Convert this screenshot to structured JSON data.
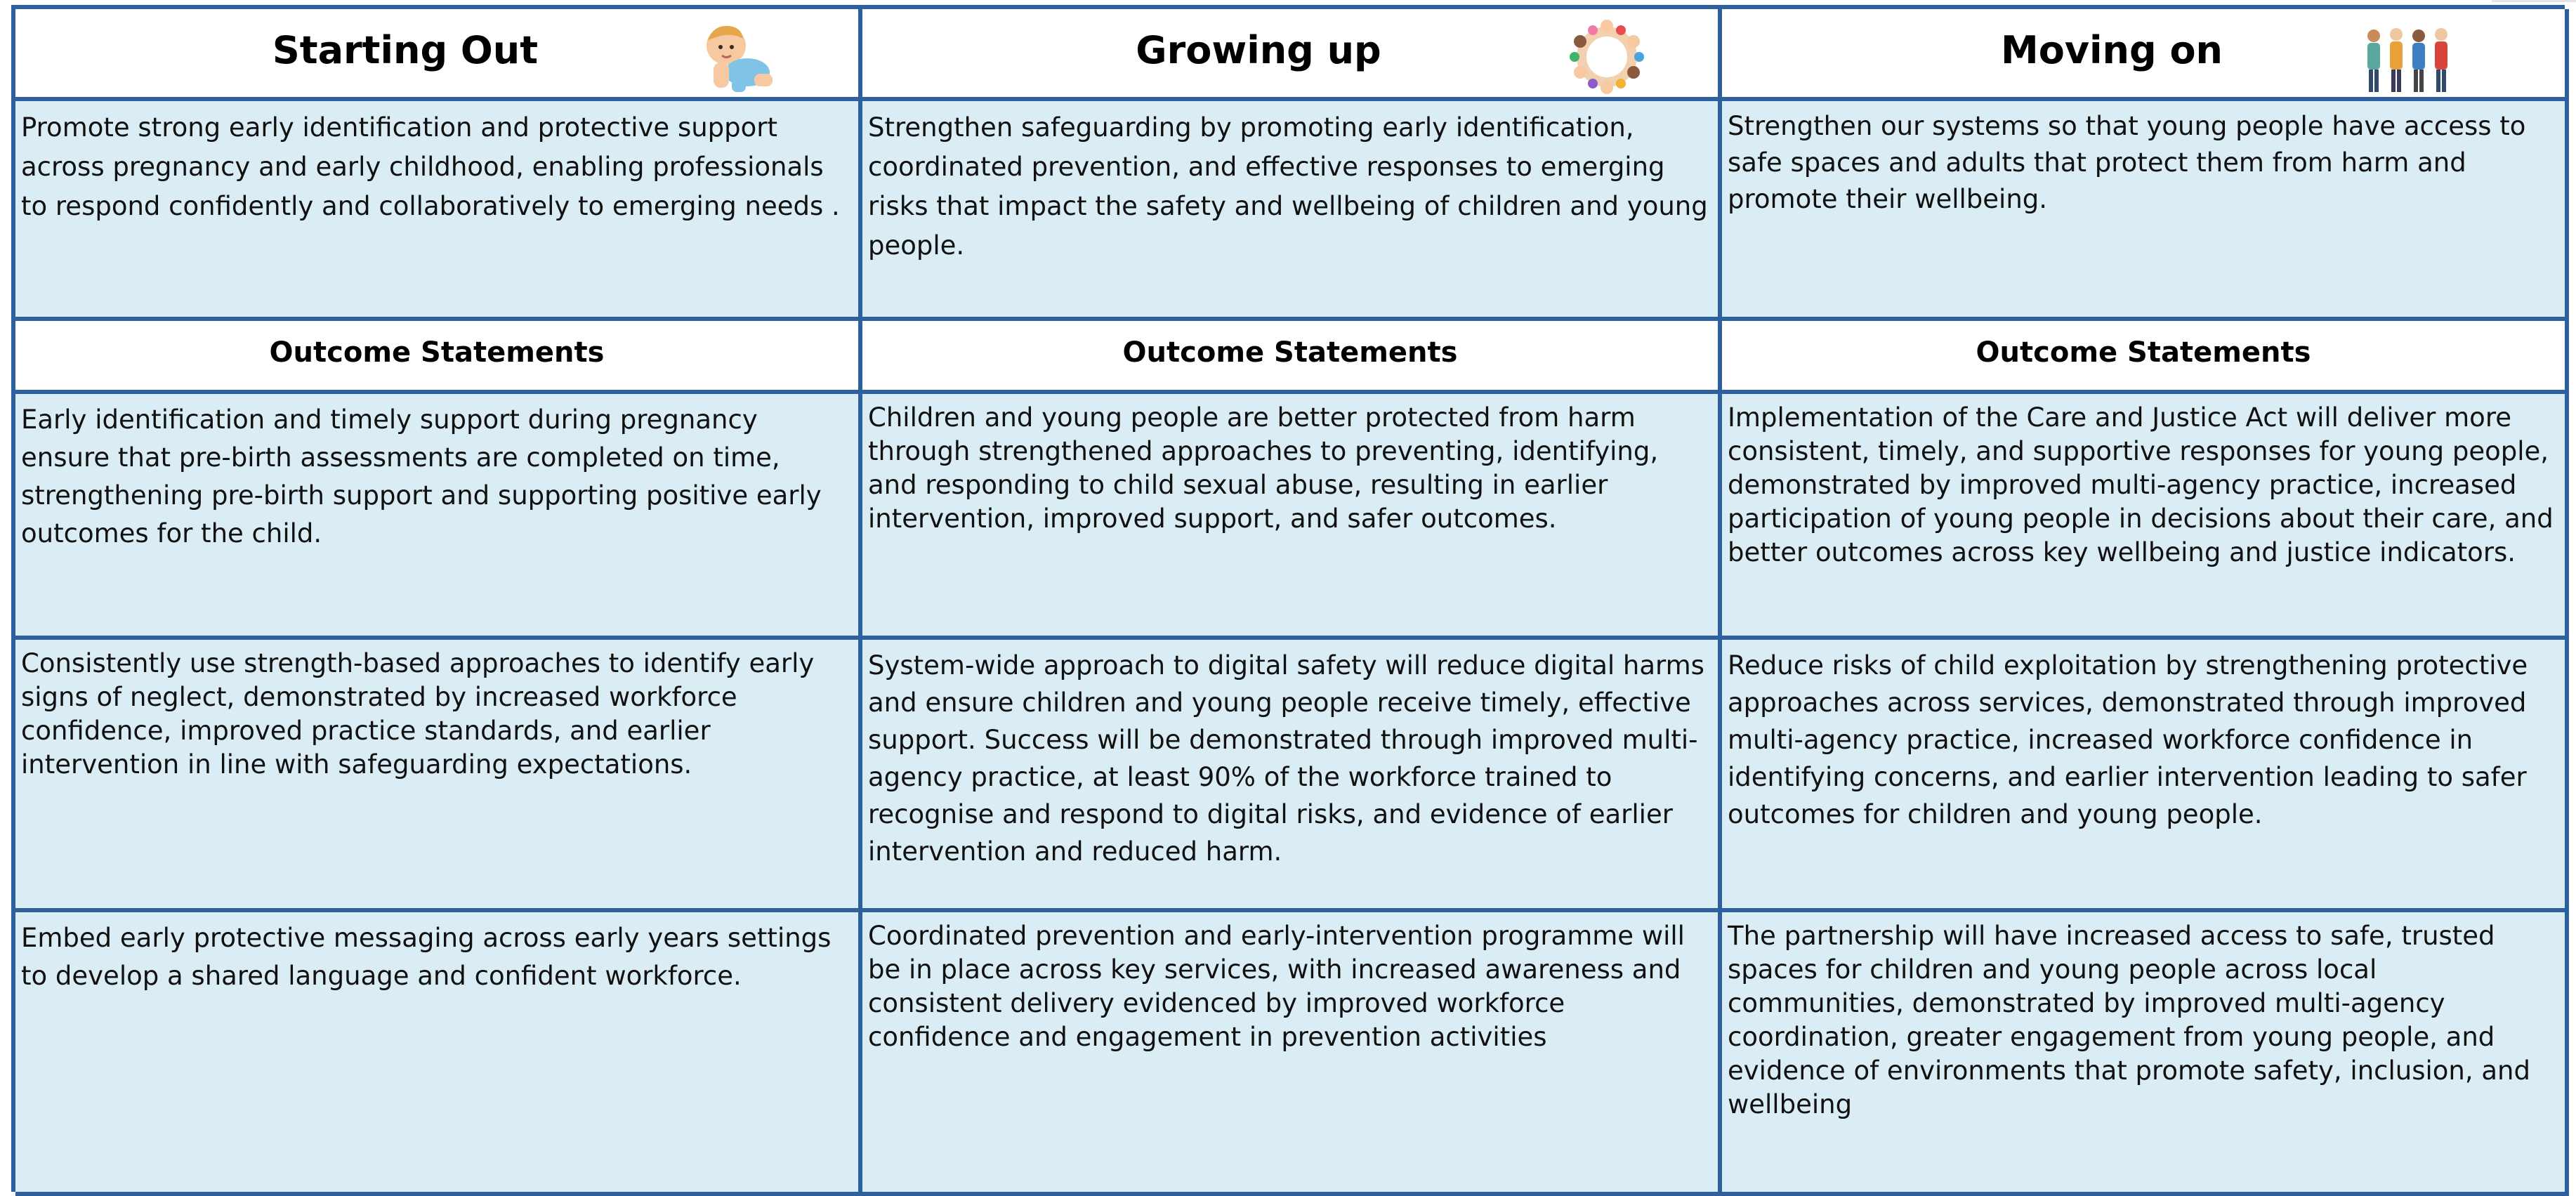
{
  "columns": [
    {
      "title": "Starting Out",
      "icon": "crawling-baby-icon",
      "aim": "Promote strong early identification and protective support across pregnancy and early childhood, enabling professionals to respond confidently and collaboratively to emerging needs .",
      "subheading": "Outcome Statements",
      "outcomes": [
        "Early identification and timely support during pregnancy ensure that pre-birth assessments are completed on time, strengthening pre-birth support and supporting positive early outcomes for the child.",
        "Consistently use strength-based approaches to identify early signs of neglect, demonstrated by increased workforce confidence, improved practice standards, and earlier intervention in line with safeguarding expectations.",
        "Embed early protective messaging across early years settings to develop a shared language and confident workforce."
      ]
    },
    {
      "title": "Growing up",
      "icon": "children-circle-icon",
      "aim": "Strengthen safeguarding by promoting early identification, coordinated prevention, and effective responses to emerging risks that impact the safety and wellbeing of children and young people.",
      "subheading": "Outcome Statements",
      "outcomes": [
        "Children and young people are better protected from harm through strengthened approaches to preventing, identifying, and responding to child sexual abuse, resulting in earlier intervention, improved support, and safer outcomes.",
        "System-wide approach to digital safety will reduce digital harms and ensure children and young people receive timely, effective support. Success will be demonstrated through improved multi-agency practice, at least 90% of the workforce trained to recognise and respond to digital risks, and evidence of earlier intervention and reduced harm.",
        "Coordinated prevention and early-intervention programme will be in place across key services, with increased awareness and consistent delivery evidenced by improved workforce confidence and engagement in prevention activities"
      ]
    },
    {
      "title": "Moving on",
      "icon": "young-people-group-icon",
      "aim": "Strengthen our systems so that young people have access to safe spaces and adults that protect them from harm and promote their wellbeing.",
      "subheading": "Outcome Statements",
      "outcomes": [
        "Implementation of the Care and Justice Act will deliver more consistent, timely, and supportive responses for young people, demonstrated by improved multi-agency practice, increased participation of young people in decisions about their care, and better outcomes across key wellbeing and justice indicators.",
        "Reduce risks of child exploitation by strengthening protective approaches across services, demonstrated through improved multi-agency practice, increased workforce confidence in identifying concerns, and earlier intervention leading to safer outcomes for children and young people.",
        "The partnership will have increased access to safe, trusted spaces for children and young people across local communities, demonstrated by improved multi-agency coordination, greater  engagement from young people, and evidence of environments that promote  safety, inclusion, and wellbeing"
      ]
    }
  ],
  "colors": {
    "border": "#2e5f9e",
    "cell_fill": "#daedf4",
    "header_fill": "#ffffff"
  }
}
